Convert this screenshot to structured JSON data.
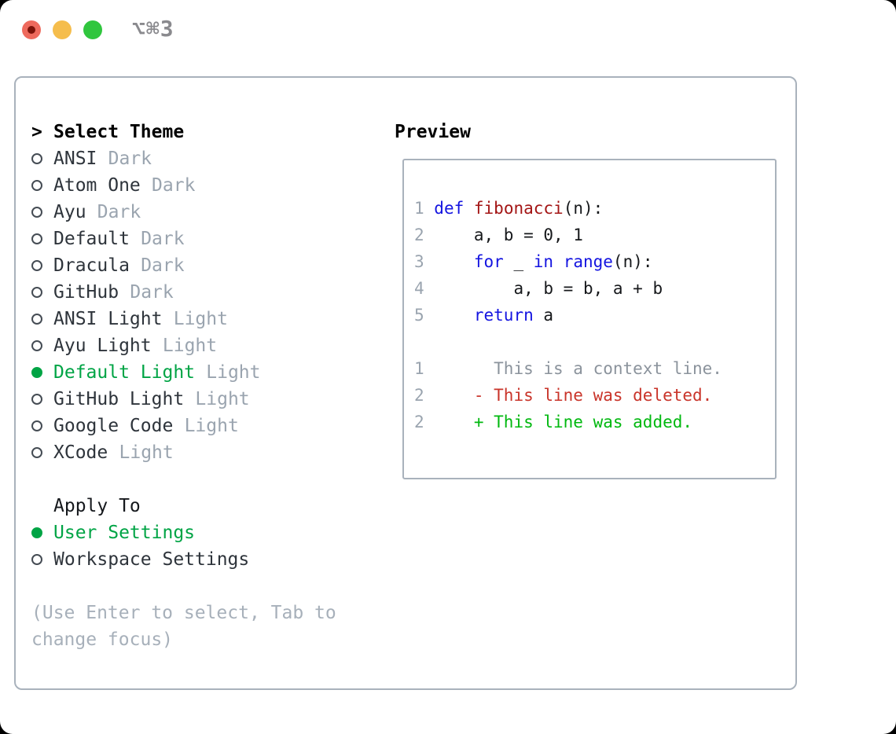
{
  "window": {
    "shortcut_label": "⌥⌘3",
    "controls": {
      "close": "close",
      "minimize": "minimize",
      "zoom": "zoom"
    }
  },
  "theme_section": {
    "header_prefix": ">",
    "header": "Select Theme",
    "items": [
      {
        "name": "ANSI",
        "variant": "Dark",
        "selected": false
      },
      {
        "name": "Atom One",
        "variant": "Dark",
        "selected": false
      },
      {
        "name": "Ayu",
        "variant": "Dark",
        "selected": false
      },
      {
        "name": "Default",
        "variant": "Dark",
        "selected": false
      },
      {
        "name": "Dracula",
        "variant": "Dark",
        "selected": false
      },
      {
        "name": "GitHub",
        "variant": "Dark",
        "selected": false
      },
      {
        "name": "ANSI Light",
        "variant": "Light",
        "selected": false
      },
      {
        "name": "Ayu Light",
        "variant": "Light",
        "selected": false
      },
      {
        "name": "Default Light",
        "variant": "Light",
        "selected": true
      },
      {
        "name": "GitHub Light",
        "variant": "Light",
        "selected": false
      },
      {
        "name": "Google Code",
        "variant": "Light",
        "selected": false
      },
      {
        "name": "XCode",
        "variant": "Light",
        "selected": false
      }
    ]
  },
  "apply_section": {
    "header": "Apply To",
    "items": [
      {
        "label": "User Settings",
        "selected": true
      },
      {
        "label": "Workspace Settings",
        "selected": false
      }
    ]
  },
  "hint": {
    "line1": "(Use Enter to select, Tab to",
    "line2": "change focus)"
  },
  "preview": {
    "header": "Preview",
    "code_lines": [
      {
        "num": "1",
        "tokens": [
          {
            "c": "kw",
            "t": "def"
          },
          {
            "c": "pl",
            "t": " "
          },
          {
            "c": "fn",
            "t": "fibonacci"
          },
          {
            "c": "pl",
            "t": "(n):"
          }
        ]
      },
      {
        "num": "2",
        "tokens": [
          {
            "c": "pl",
            "t": "    a, b = 0, 1"
          }
        ]
      },
      {
        "num": "3",
        "tokens": [
          {
            "c": "pl",
            "t": "    "
          },
          {
            "c": "kw",
            "t": "for"
          },
          {
            "c": "pl",
            "t": " _ "
          },
          {
            "c": "kw",
            "t": "in"
          },
          {
            "c": "pl",
            "t": " "
          },
          {
            "c": "kw",
            "t": "range"
          },
          {
            "c": "pl",
            "t": "(n):"
          }
        ]
      },
      {
        "num": "4",
        "tokens": [
          {
            "c": "pl",
            "t": "        a, b = b, a + b"
          }
        ]
      },
      {
        "num": "5",
        "tokens": [
          {
            "c": "pl",
            "t": "    "
          },
          {
            "c": "kw",
            "t": "return"
          },
          {
            "c": "pl",
            "t": " a"
          }
        ]
      },
      {
        "num": "",
        "tokens": []
      },
      {
        "num": "1",
        "tokens": [
          {
            "c": "ctx",
            "t": "      This is a context line."
          }
        ]
      },
      {
        "num": "2",
        "tokens": [
          {
            "c": "del",
            "t": "    - This line was deleted."
          }
        ]
      },
      {
        "num": "2",
        "tokens": [
          {
            "c": "add",
            "t": "    + This line was added."
          }
        ]
      }
    ]
  },
  "colors": {
    "accent_green": "#00a445",
    "keyword_blue": "#1414e0",
    "function_red": "#a31515",
    "deleted_red": "#c9342a",
    "added_green": "#00b80f",
    "muted_gray": "#9aa4af",
    "hint_gray": "#a7b0ba",
    "border_gray": "#a9b2bc",
    "traffic_red": "#ee6a5d",
    "traffic_yellow": "#f5bd4c",
    "traffic_green": "#30c63e"
  }
}
